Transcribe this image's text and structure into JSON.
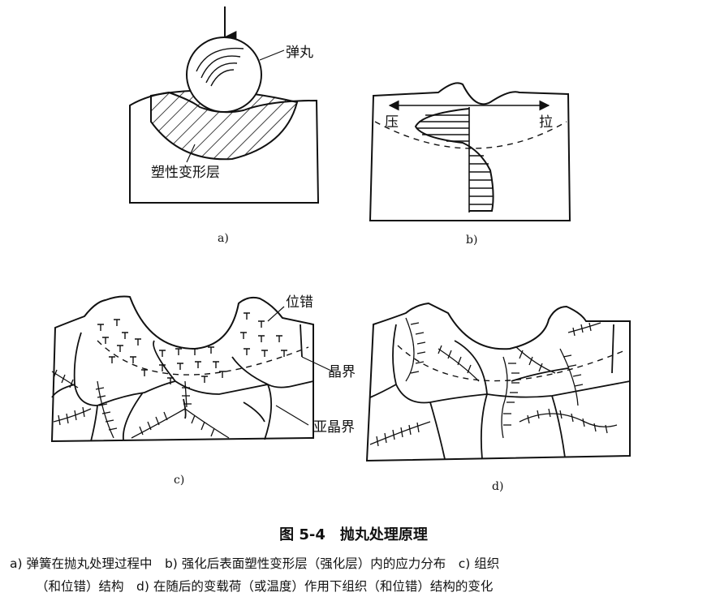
{
  "panel_a": {
    "ball": "弹丸",
    "layer": "塑性变形层",
    "label": "a)"
  },
  "panel_b": {
    "compress": "压",
    "tension": "拉",
    "label": "b)"
  },
  "panel_c": {
    "dislocation": "位错",
    "grain_boundary": "晶界",
    "subgrain_boundary": "亚晶界",
    "label": "c)"
  },
  "panel_d": {
    "label": "d)"
  },
  "title": "图 5-4　抛丸处理原理",
  "caption_line1": "a) 弹簧在抛丸处理过程中　b) 强化后表面塑性变形层（强化层）内的应力分布　c) 组织",
  "caption_line2": "（和位错）结构　d) 在随后的变载荷（或温度）作用下组织（和位错）结构的变化"
}
